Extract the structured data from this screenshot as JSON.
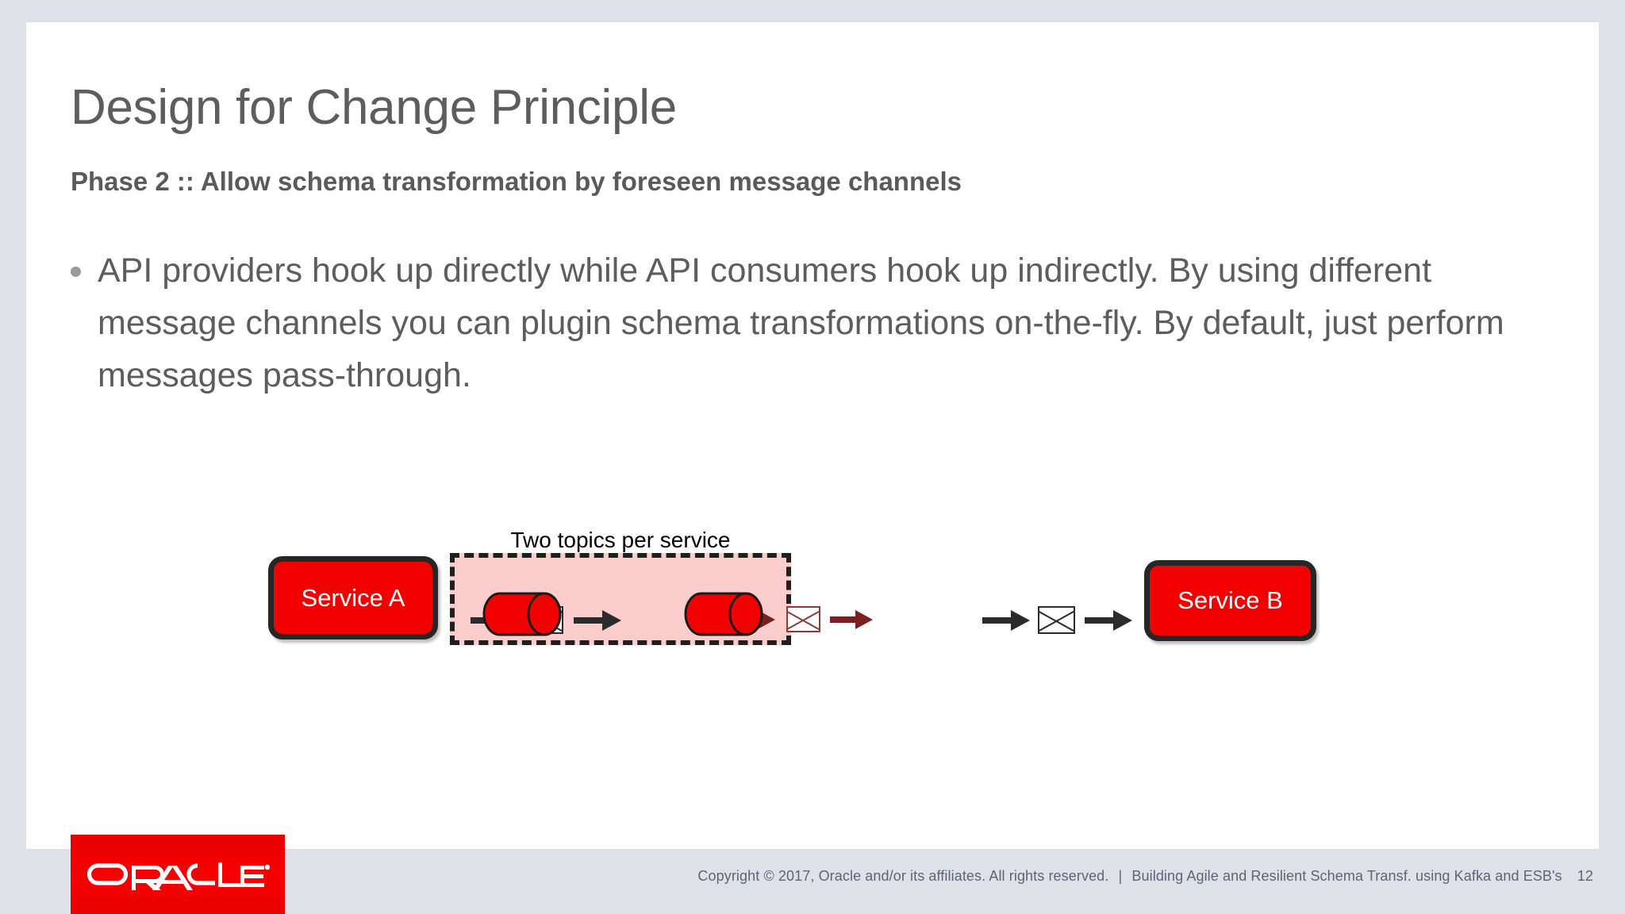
{
  "slide": {
    "title": "Design for Change Principle",
    "subtitle": "Phase 2 :: Allow schema transformation by foreseen message channels",
    "bullet": "API providers hook up directly while API consumers hook up indirectly. By using different message channels you can plugin schema transformations on-the-fly. By default, just perform messages pass-through."
  },
  "diagram": {
    "zone_label": "Two topics per service",
    "service_a": "Service A",
    "service_b": "Service B",
    "colors": {
      "service_fill": "#f20000",
      "service_border": "#262626",
      "zone_fill": "#fbcdcd",
      "zone_border": "#1f1f1f",
      "cylinder_fill": "#f20000",
      "arrow_dark": "#2b2b2b",
      "arrow_muted": "#7a2020"
    },
    "nodes": [
      {
        "name": "service-a",
        "type": "service",
        "label": "Service A"
      },
      {
        "name": "message-envelope-1",
        "type": "envelope",
        "label": ""
      },
      {
        "name": "topic-1",
        "type": "cylinder",
        "label": ""
      },
      {
        "name": "message-envelope-2",
        "type": "envelope",
        "label": ""
      },
      {
        "name": "topic-2",
        "type": "cylinder",
        "label": ""
      },
      {
        "name": "message-envelope-3",
        "type": "envelope",
        "label": ""
      },
      {
        "name": "service-b",
        "type": "service",
        "label": "Service B"
      }
    ]
  },
  "footer": {
    "copyright": "Copyright © 2017, Oracle and/or its affiliates. All rights reserved.",
    "separator": "|",
    "deck_title": "Building Agile and Resilient Schema Transf. using Kafka and ESB's",
    "page_number": "12",
    "logo_text": "ORACLE",
    "logo_mark": "®"
  }
}
